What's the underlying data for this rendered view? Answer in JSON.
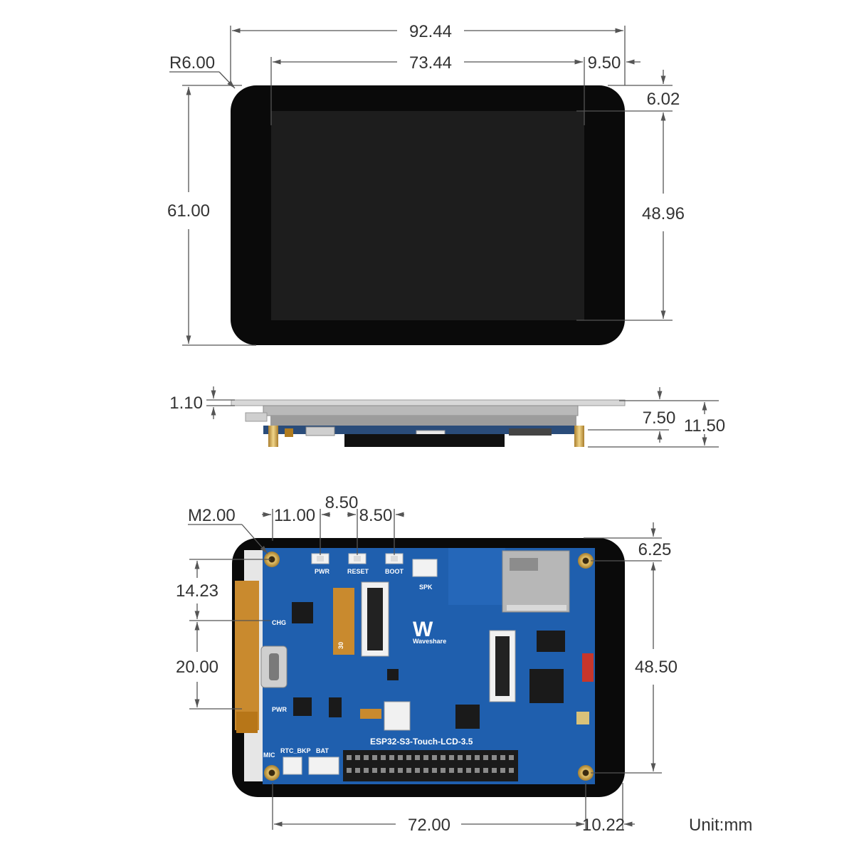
{
  "front_view": {
    "overall_width": "92.44",
    "screen_width": "73.44",
    "right_bezel": "9.50",
    "corner_radius": "R6.00",
    "top_bezel": "6.02",
    "overall_height": "61.00",
    "screen_height": "48.96"
  },
  "side_view": {
    "glass_thickness": "1.10",
    "board_thickness": "7.50",
    "total_thickness": "11.50"
  },
  "back_view": {
    "mount_hole": "M2.00",
    "button_offset": "11.00",
    "button_pitch_1": "8.50",
    "button_pitch_2": "8.50",
    "hole_top_offset": "6.25",
    "usb_offset": "14.23",
    "usb_span": "20.00",
    "hole_vertical_pitch": "48.50",
    "hole_horizontal_pitch": "72.00",
    "right_offset": "10.22"
  },
  "board_labels": {
    "pwr_button": "PWR",
    "reset_button": "RESET",
    "boot_button": "BOOT",
    "speaker": "SPK",
    "charge_led": "CHG",
    "power_led": "PWR",
    "rtc_backup": "RTC_BKP",
    "battery": "BAT",
    "microphone": "MIC",
    "brand": "Waveshare",
    "model": "ESP32-S3-Touch-LCD-3.5",
    "fpc_pin": "30"
  },
  "unit_label": "Unit:mm",
  "colors": {
    "bezel": "#0a0a0a",
    "screen": "#1d1d1d",
    "pcb": "#1f5fae",
    "gold": "#c9a24a",
    "fpc": "#c98a2e",
    "dimension_line": "#555555"
  }
}
